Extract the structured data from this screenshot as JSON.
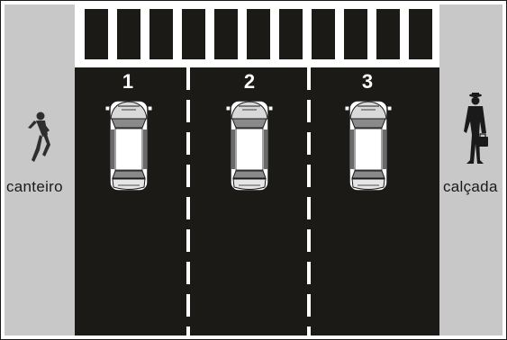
{
  "labels": {
    "left_side": "canteiro",
    "right_side": "calçada"
  },
  "lanes": [
    {
      "number": "1"
    },
    {
      "number": "2"
    },
    {
      "number": "3"
    }
  ],
  "colors": {
    "road": "#1c1a17",
    "sidewalk": "#c8c8c8",
    "marking": "#ffffff",
    "border": "#1a1a1a"
  },
  "icons": {
    "cars": "car-top-view-icon",
    "left_figure": "running-pedestrian-icon",
    "right_figure": "pedestrian-with-briefcase-icon"
  }
}
